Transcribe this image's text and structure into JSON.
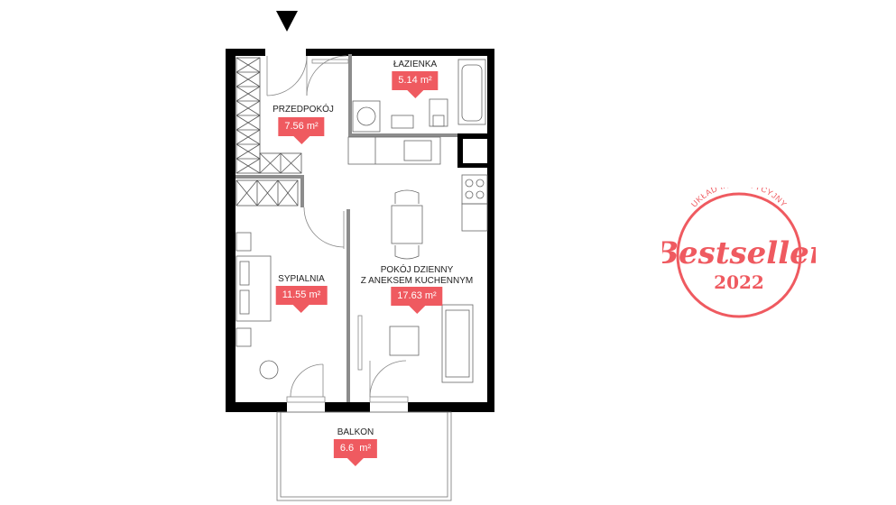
{
  "rooms": {
    "przedpokoj": {
      "name": "PRZEDPOKÓJ",
      "area": "7.56",
      "unit": "m²"
    },
    "lazienka": {
      "name": "ŁAZIENKA",
      "area": "5.14",
      "unit": "m²"
    },
    "sypialnia": {
      "name": "SYPIALNIA",
      "area": "11.55",
      "unit": "m²"
    },
    "pokoj": {
      "name_line1": "POKÓJ DZIENNY",
      "name_line2": "Z ANEKSEM KUCHENNYM",
      "area": "17.63",
      "unit": "m²"
    },
    "balkon": {
      "name": "BALKON",
      "area": "6.6",
      "unit": "m²"
    }
  },
  "badge": {
    "top_text": "UKŁAD INWESTYCYJNY",
    "main_text": "Bestseller",
    "year": "2022",
    "color": "#ef5a60"
  },
  "colors": {
    "accent": "#ef5a60",
    "wall": "#000000",
    "line": "#9a9a9a"
  },
  "icons": {
    "entrance": "entrance-arrow-icon"
  }
}
